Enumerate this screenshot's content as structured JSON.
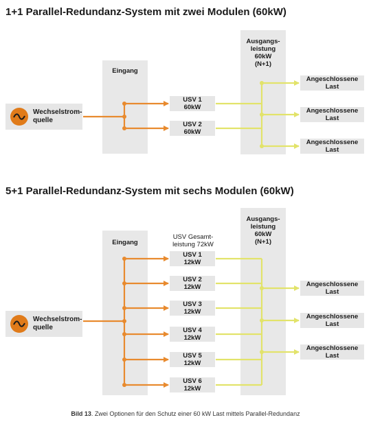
{
  "diagram1": {
    "title": "1+1 Parallel-Redundanz-System mit zwei Modulen (60kW)",
    "input_label": "Eingang",
    "source": {
      "line1": "Wechselstrom-",
      "line2": "quelle"
    },
    "output": {
      "line1": "Ausgangs-",
      "line2": "leistung",
      "line3": "60kW",
      "line4": "(N+1)"
    },
    "modules": [
      {
        "name": "USV 1",
        "power": "60kW"
      },
      {
        "name": "USV 2",
        "power": "60kW"
      }
    ],
    "loads": [
      {
        "line1": "Angeschlossene",
        "line2": "Last"
      },
      {
        "line1": "Angeschlossene",
        "line2": "Last"
      },
      {
        "line1": "Angeschlossene",
        "line2": "Last"
      }
    ]
  },
  "diagram2": {
    "title": "5+1 Parallel-Redundanz-System mit sechs Modulen (60kW)",
    "input_label": "Eingang",
    "total": {
      "line1": "USV Gesamt-",
      "line2": "leistung 72kW"
    },
    "source": {
      "line1": "Wechselstrom-",
      "line2": "quelle"
    },
    "output": {
      "line1": "Ausgangs-",
      "line2": "leistung",
      "line3": "60kW",
      "line4": "(N+1)"
    },
    "modules": [
      {
        "name": "USV 1",
        "power": "12kW"
      },
      {
        "name": "USV 2",
        "power": "12kW"
      },
      {
        "name": "USV 3",
        "power": "12kW"
      },
      {
        "name": "USV 4",
        "power": "12kW"
      },
      {
        "name": "USV 5",
        "power": "12kW"
      },
      {
        "name": "USV 6",
        "power": "12kW"
      }
    ],
    "loads": [
      {
        "line1": "Angeschlossene",
        "line2": "Last"
      },
      {
        "line1": "Angeschlossene",
        "line2": "Last"
      },
      {
        "line1": "Angeschlossene",
        "line2": "Last"
      }
    ]
  },
  "caption": {
    "label": "Bild 13",
    "text": ". Zwei Optionen für den Schutz einer 60 kW Last mittels Parallel-Redundanz"
  },
  "colors": {
    "orange": "#e88a2e",
    "yellow": "#e2e36a",
    "panel": "#e8e8e8",
    "box": "#e6e6e6",
    "source_circle": "#e07b1a"
  }
}
